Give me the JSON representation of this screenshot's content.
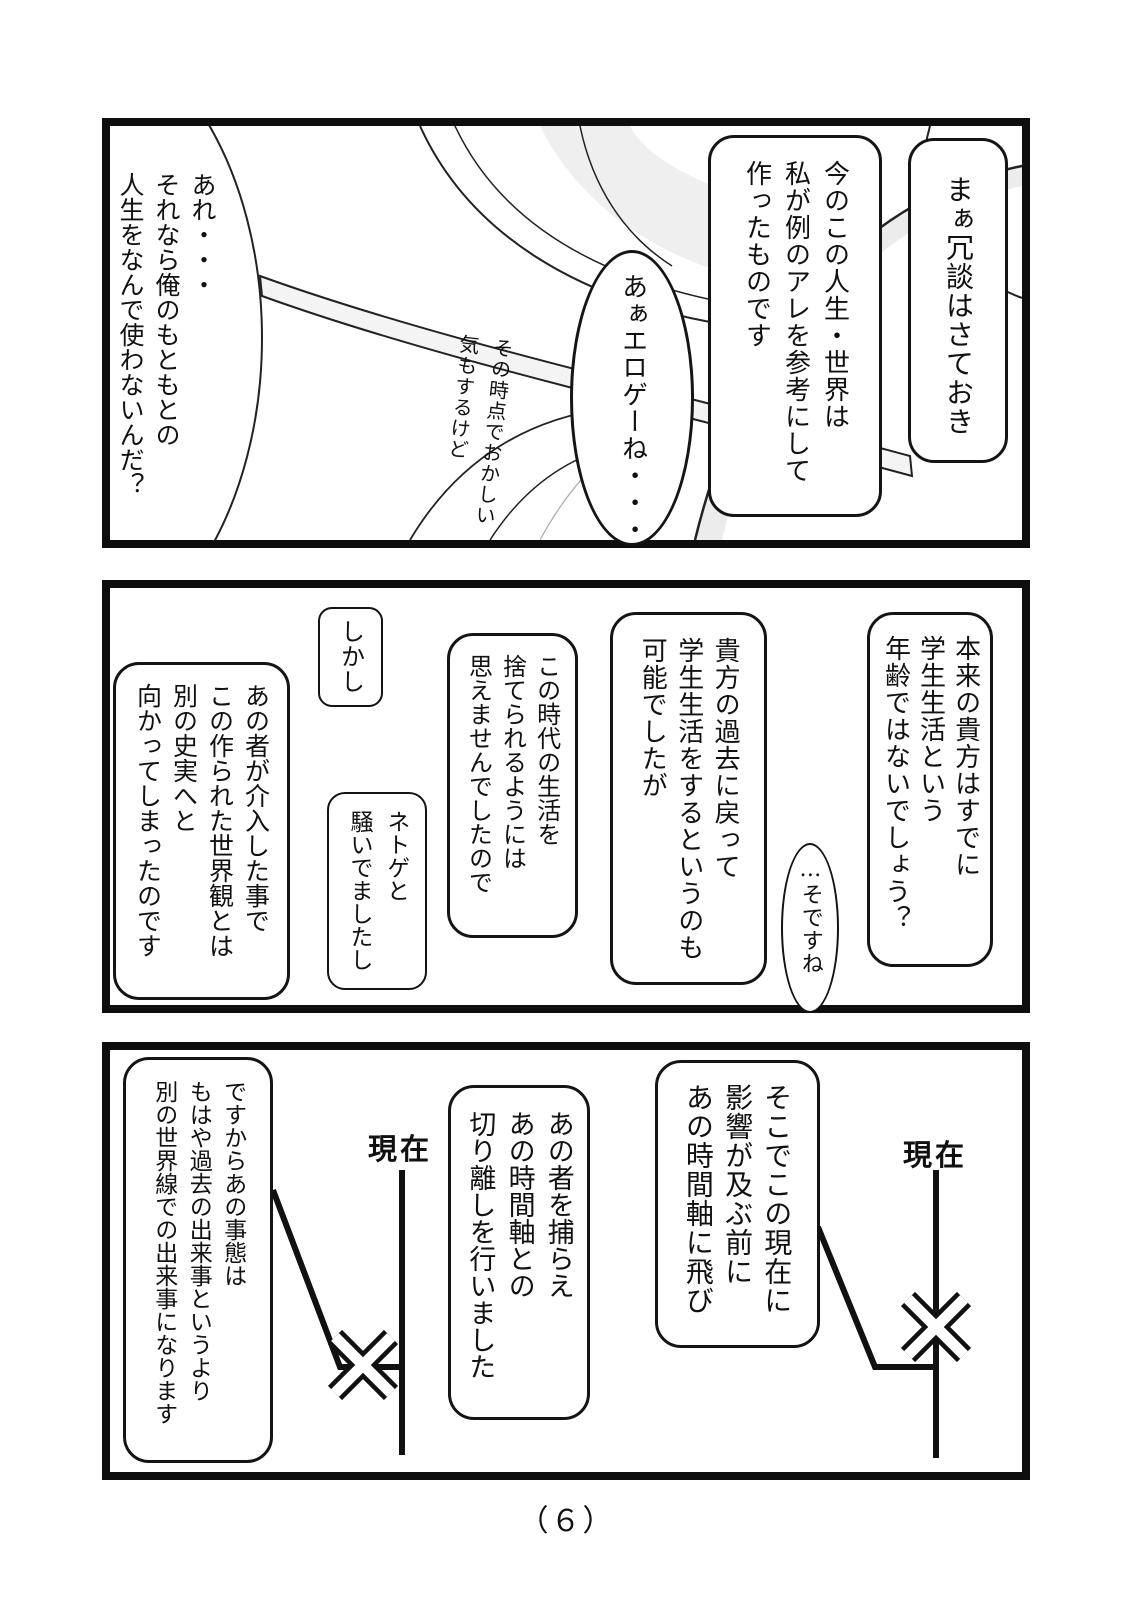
{
  "page": {
    "number_label": "（６）"
  },
  "colors": {
    "ink": "#111111",
    "paper": "#ffffff"
  },
  "panel1": {
    "monologue": {
      "lines": [
        "あれ・・・",
        "それなら俺のもともとの",
        "人生をなんで使わないんだ？"
      ]
    },
    "bubble_eroge": {
      "lines": [
        "あぁエロゲーね・・・"
      ]
    },
    "handwritten_note": {
      "lines": [
        "その時点でおかしい",
        "気もするけど"
      ]
    },
    "bubble_created": {
      "lines": [
        "今のこの人生・世界は",
        "私が例のアレを参考にして",
        "作ったものです"
      ]
    },
    "bubble_joke": {
      "lines": [
        "まぁ冗談はさておき"
      ]
    }
  },
  "panel2": {
    "bubble_age": {
      "lines": [
        "本来の貴方はすでに",
        "学生生活という",
        "年齢ではないでしょう？"
      ]
    },
    "bubble_agree": {
      "lines": [
        "…そですね"
      ]
    },
    "bubble_return_past": {
      "lines": [
        "貴方の過去に戻って",
        "学生生活をするというのも",
        "可能でしたが"
      ]
    },
    "bubble_this_era": {
      "lines": [
        "この時代の生活を",
        "捨てられるようには",
        "思えませんでしたので"
      ]
    },
    "bubble_however": {
      "lines": [
        "しかし"
      ]
    },
    "bubble_netgame": {
      "lines": [
        "ネトゲと",
        "騒いでましたし"
      ]
    },
    "bubble_other_history": {
      "lines": [
        "あの者が介入した事で",
        "この作られた世界観とは",
        "別の史実へと",
        "向かってしまったのです"
      ]
    }
  },
  "panel3": {
    "bubble_jump": {
      "lines": [
        "そこでこの現在に",
        "影響が及ぶ前に",
        "あの時間軸に飛び"
      ]
    },
    "bubble_capture": {
      "lines": [
        "あの者を捕らえ",
        "あの時間軸との",
        "切り離しを行いました"
      ]
    },
    "bubble_worldline": {
      "lines": [
        "ですからあの事態は",
        "もはや過去の出来事というより",
        "別の世界線での出来事になります"
      ]
    },
    "timeline_right": {
      "label": "現在"
    },
    "timeline_left": {
      "label": "現在"
    }
  }
}
